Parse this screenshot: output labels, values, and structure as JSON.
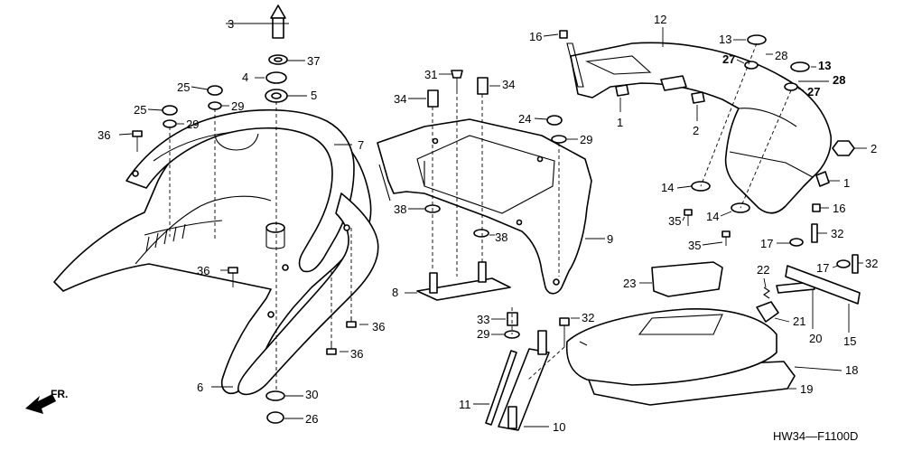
{
  "direction_label": "FR.",
  "drawing_code": "HW34—F1100D",
  "callouts": [
    {
      "label": "3",
      "bold": false
    },
    {
      "label": "37",
      "bold": false
    },
    {
      "label": "4",
      "bold": false
    },
    {
      "label": "5",
      "bold": false
    },
    {
      "label": "25",
      "bold": false
    },
    {
      "label": "25",
      "bold": false
    },
    {
      "label": "29",
      "bold": false
    },
    {
      "label": "29",
      "bold": false
    },
    {
      "label": "36",
      "bold": false
    },
    {
      "label": "7",
      "bold": false
    },
    {
      "label": "36",
      "bold": false
    },
    {
      "label": "36",
      "bold": false
    },
    {
      "label": "36",
      "bold": false
    },
    {
      "label": "6",
      "bold": false
    },
    {
      "label": "30",
      "bold": false
    },
    {
      "label": "26",
      "bold": false
    },
    {
      "label": "31",
      "bold": false
    },
    {
      "label": "34",
      "bold": false
    },
    {
      "label": "34",
      "bold": false
    },
    {
      "label": "24",
      "bold": false
    },
    {
      "label": "29",
      "bold": false
    },
    {
      "label": "38",
      "bold": false
    },
    {
      "label": "38",
      "bold": false
    },
    {
      "label": "9",
      "bold": false
    },
    {
      "label": "8",
      "bold": false
    },
    {
      "label": "33",
      "bold": false
    },
    {
      "label": "32",
      "bold": false
    },
    {
      "label": "29",
      "bold": false
    },
    {
      "label": "11",
      "bold": false
    },
    {
      "label": "10",
      "bold": false
    },
    {
      "label": "16",
      "bold": false
    },
    {
      "label": "12",
      "bold": false
    },
    {
      "label": "13",
      "bold": false
    },
    {
      "label": "28",
      "bold": false
    },
    {
      "label": "27",
      "bold": true
    },
    {
      "label": "13",
      "bold": true
    },
    {
      "label": "28",
      "bold": true
    },
    {
      "label": "27",
      "bold": true
    },
    {
      "label": "1",
      "bold": false
    },
    {
      "label": "2",
      "bold": false
    },
    {
      "label": "2",
      "bold": false
    },
    {
      "label": "1",
      "bold": false
    },
    {
      "label": "14",
      "bold": false
    },
    {
      "label": "14",
      "bold": false
    },
    {
      "label": "16",
      "bold": false
    },
    {
      "label": "35",
      "bold": false
    },
    {
      "label": "35",
      "bold": false
    },
    {
      "label": "17",
      "bold": false
    },
    {
      "label": "32",
      "bold": false
    },
    {
      "label": "17",
      "bold": false
    },
    {
      "label": "32",
      "bold": false
    },
    {
      "label": "22",
      "bold": false
    },
    {
      "label": "23",
      "bold": false
    },
    {
      "label": "21",
      "bold": false
    },
    {
      "label": "20",
      "bold": false
    },
    {
      "label": "15",
      "bold": false
    },
    {
      "label": "18",
      "bold": false
    },
    {
      "label": "19",
      "bold": false
    }
  ]
}
